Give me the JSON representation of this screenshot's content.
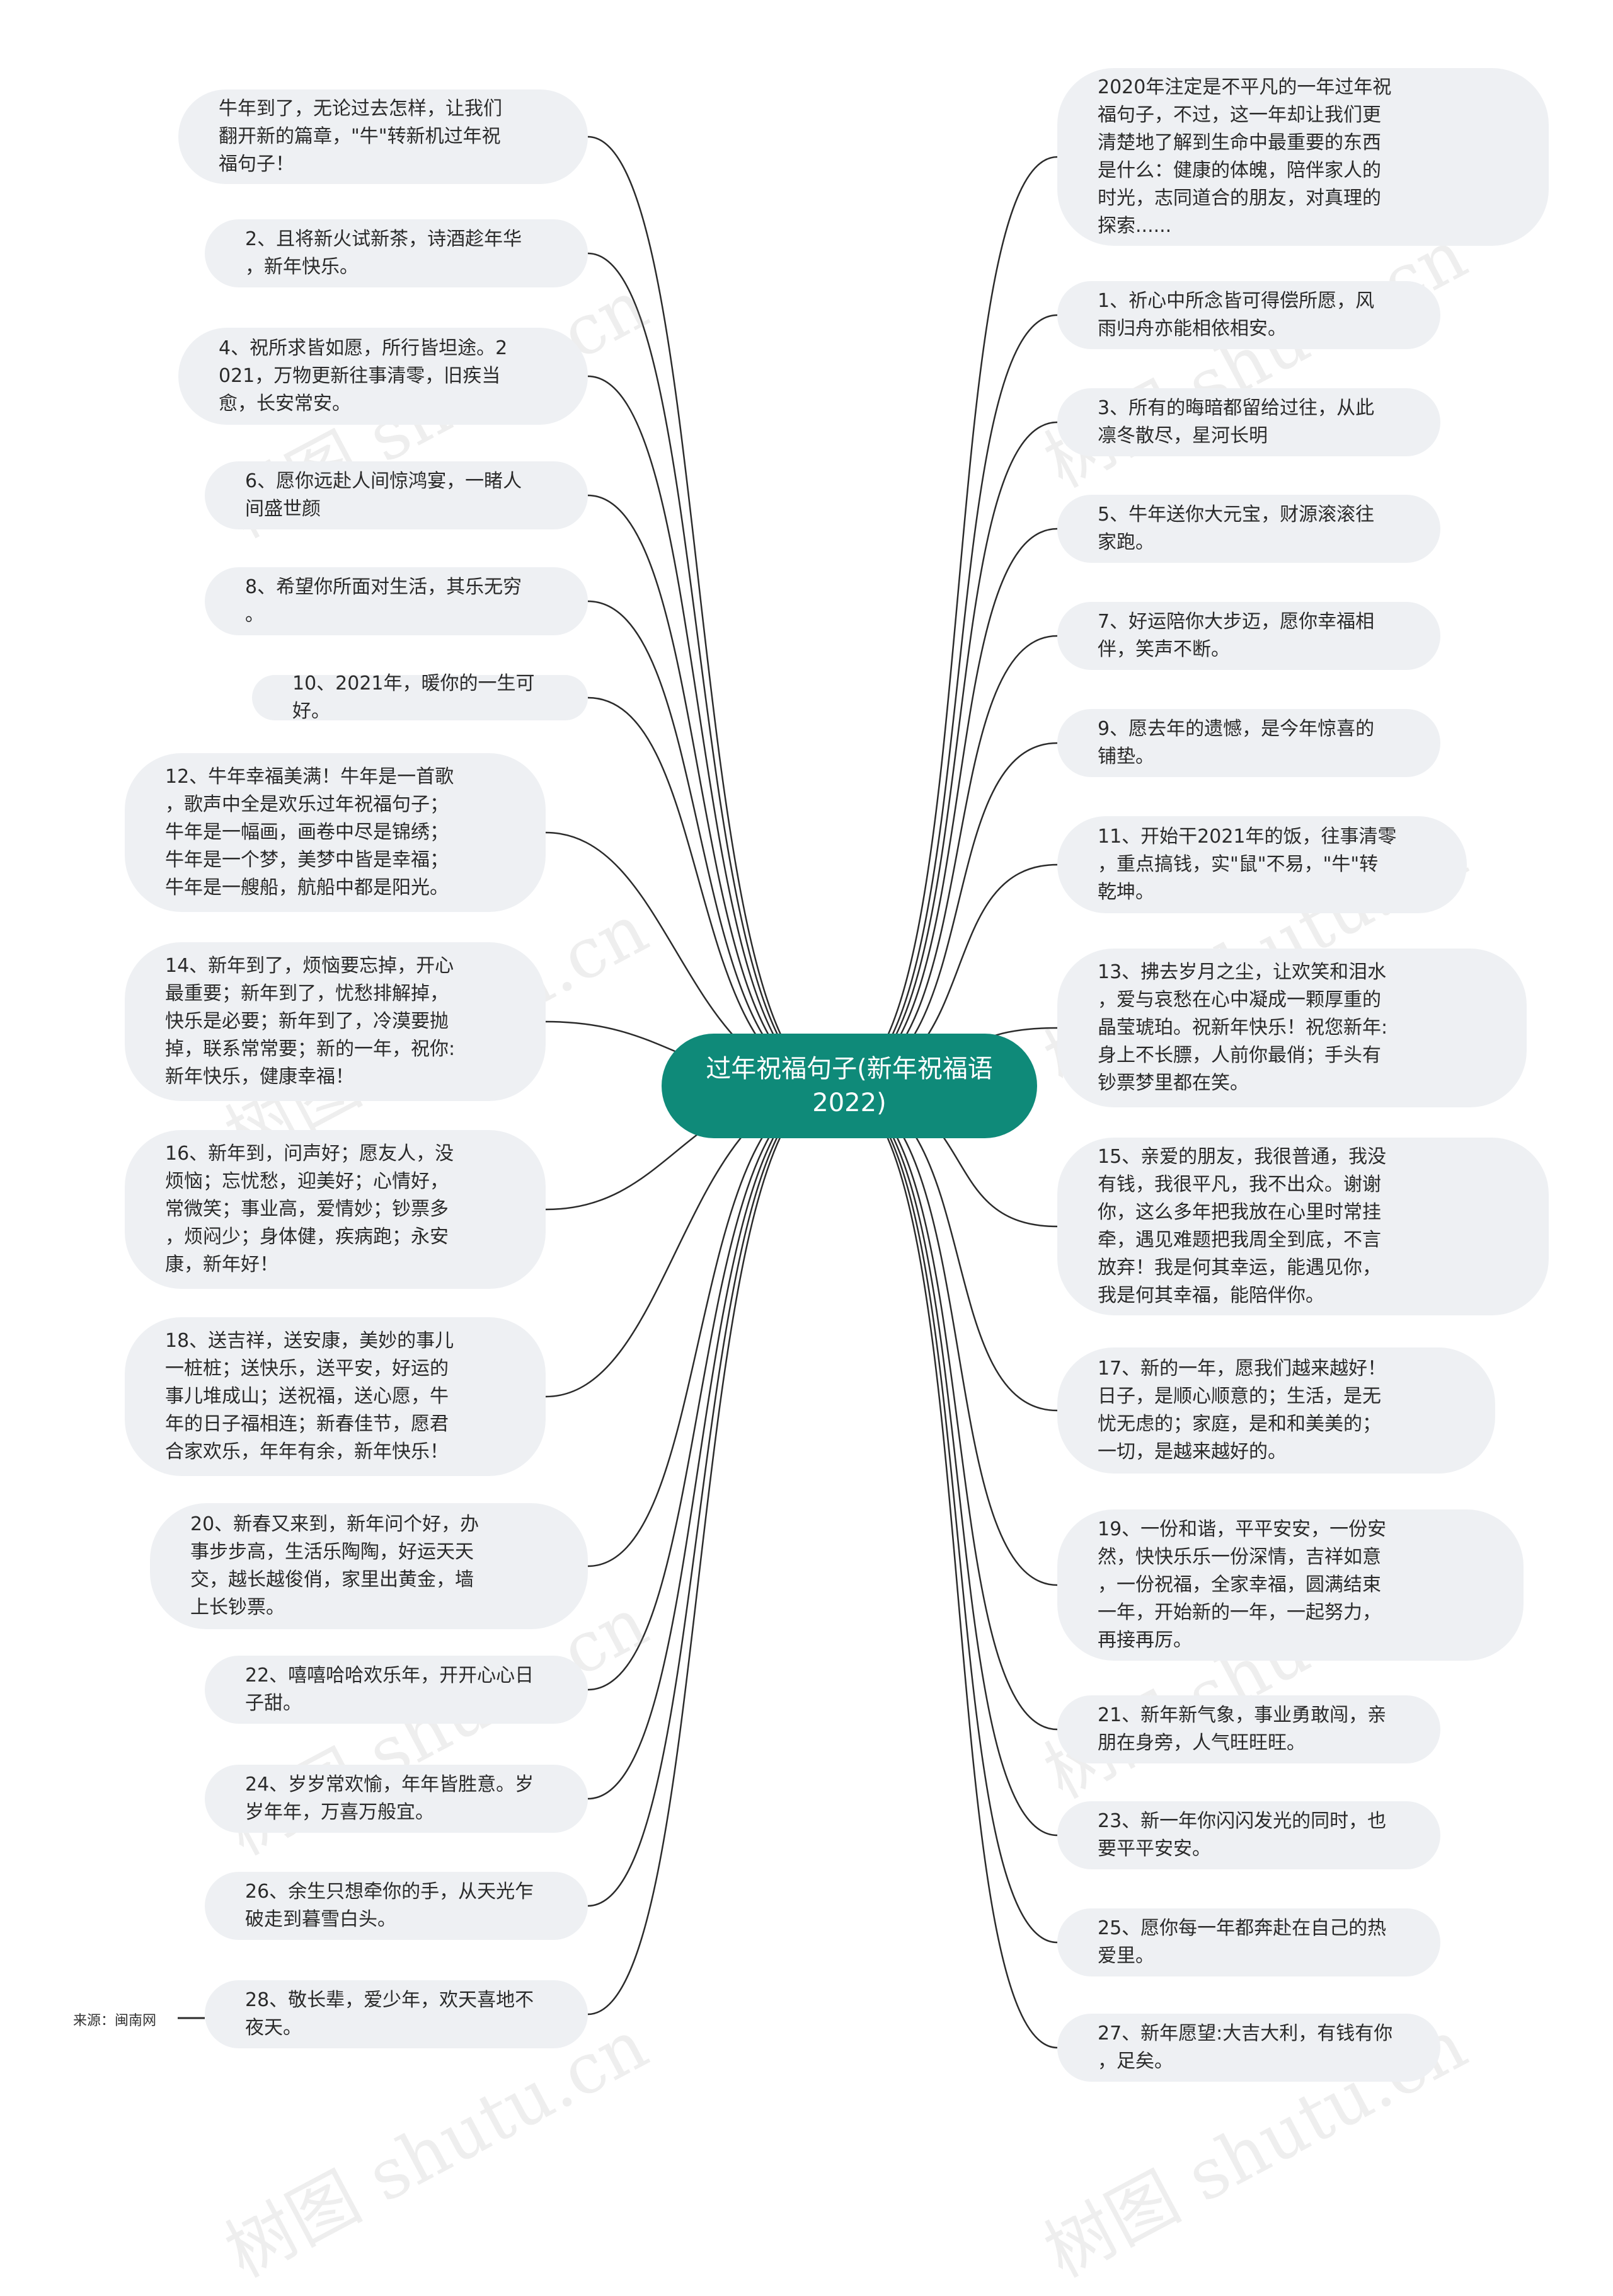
{
  "center": "过年祝福句子(新年祝福语\n2022)",
  "source": "来源：闽南网",
  "watermarks": [
    "树图 shutu.cn",
    "树图 shutu.cn",
    "树图 shutu.cn",
    "树图 shutu.cn",
    "树图 shutu.cn",
    "树图 shutu.cn",
    "树图 shutu.cn",
    "树图 shutu.cn"
  ],
  "colors": {
    "center": "#0f8a79",
    "node": "#eef0f3",
    "line": "#2b2b2b"
  },
  "left": [
    "牛年到了，无论过去怎样，让我们\n翻开新的篇章，\"牛\"转新机过年祝\n福句子！",
    "2、且将新火试新茶，诗酒趁年华\n，新年快乐。",
    "4、祝所求皆如愿，所行皆坦途。2\n021，万物更新往事清零，旧疾当\n愈，长安常安。",
    "6、愿你远赴人间惊鸿宴，一睹人\n间盛世颜",
    "8、希望你所面对生活，其乐无穷\n。",
    "10、2021年，暖你的一生可好。",
    "12、牛年幸福美满！牛年是一首歌\n，歌声中全是欢乐过年祝福句子；\n牛年是一幅画，画卷中尽是锦绣；\n牛年是一个梦，美梦中皆是幸福；\n牛年是一艘船，航船中都是阳光。",
    "14、新年到了，烦恼要忘掉，开心\n最重要；新年到了，忧愁排解掉，\n快乐是必要；新年到了，冷漠要抛\n掉，联系常常要；新的一年，祝你:\n新年快乐，健康幸福！",
    "16、新年到，问声好；愿友人，没\n烦恼；忘忧愁，迎美好；心情好，\n常微笑；事业高，爱情妙；钞票多\n，烦闷少；身体健，疾病跑；永安\n康，新年好！",
    "18、送吉祥，送安康，美妙的事儿\n一桩桩；送快乐，送平安，好运的\n事儿堆成山；送祝福，送心愿，牛\n年的日子福相连；新春佳节，愿君\n合家欢乐，年年有余，新年快乐！",
    "20、新春又来到，新年问个好，办\n事步步高，生活乐陶陶，好运天天\n交，越长越俊俏，家里出黄金，墙\n上长钞票。",
    "22、嘻嘻哈哈欢乐年，开开心心日\n子甜。",
    "24、岁岁常欢愉，年年皆胜意。岁\n岁年年，万喜万般宜。",
    "26、余生只想牵你的手，从天光乍\n破走到暮雪白头。",
    "28、敬长辈，爱少年，欢天喜地不\n夜天。"
  ],
  "right": [
    "2020年注定是不平凡的一年过年祝\n福句子，不过，这一年却让我们更\n清楚地了解到生命中最重要的东西\n是什么：健康的体魄，陪伴家人的\n时光，志同道合的朋友，对真理的\n探索......",
    "1、祈心中所念皆可得偿所愿，风\n雨归舟亦能相依相安。",
    "3、所有的晦暗都留给过往，从此\n凛冬散尽，星河长明",
    "5、牛年送你大元宝，财源滚滚往\n家跑。",
    "7、好运陪你大步迈，愿你幸福相\n伴，笑声不断。",
    "9、愿去年的遗憾，是今年惊喜的\n铺垫。",
    "11、开始干2021年的饭，往事清零\n，重点搞钱，实\"鼠\"不易，\"牛\"转\n乾坤。",
    "13、拂去岁月之尘，让欢笑和泪水\n，爱与哀愁在心中凝成一颗厚重的\n晶莹琥珀。祝新年快乐！祝您新年:\n身上不长膘，人前你最俏；手头有\n钞票梦里都在笑。",
    "15、亲爱的朋友，我很普通，我没\n有钱，我很平凡，我不出众。谢谢\n你，这么多年把我放在心里时常挂\n牵，遇见难题把我周全到底，不言\n放弃！我是何其幸运，能遇见你，\n我是何其幸福，能陪伴你。",
    "17、新的一年，愿我们越来越好！\n日子，是顺心顺意的；生活，是无\n忧无虑的；家庭，是和和美美的；\n一切，是越来越好的。",
    "19、一份和谐，平平安安，一份安\n然，快快乐乐一份深情，吉祥如意\n，一份祝福，全家幸福，圆满结束\n一年，开始新的一年，一起努力，\n再接再厉。",
    "21、新年新气象，事业勇敢闯，亲\n朋在身旁，人气旺旺旺。",
    "23、新一年你闪闪发光的同时，也\n要平平安安。",
    "25、愿你每一年都奔赴在自己的热\n爱里。",
    "27、新年愿望:大吉大利，有钱有你\n，足矣。"
  ]
}
